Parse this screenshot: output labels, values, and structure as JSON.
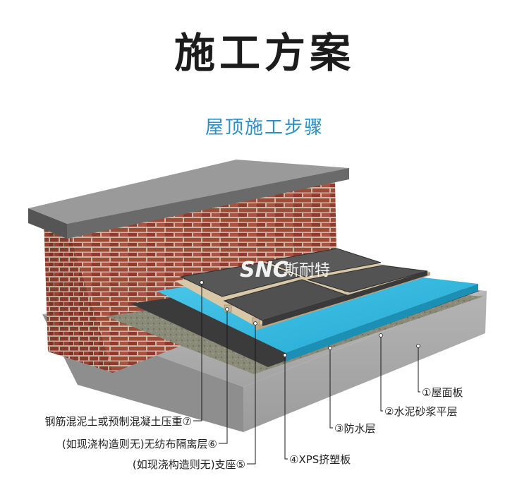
{
  "title": "施工方案",
  "subtitle": "屋顶施工步骤",
  "watermark": "斯耐特",
  "logo_text": "SNC",
  "colors": {
    "brick": "#9c4636",
    "xps": "#29b6dd",
    "concrete": "#a8a8a8",
    "tile": "#4f4f4f",
    "title": "#1c1c1c",
    "subtitle": "#2a8fc6"
  },
  "labels": {
    "l1": "①屋面板",
    "l2": "②水泥砂浆平层",
    "l3": "③防水层",
    "l4": "④XPS挤塑板",
    "l5": "(如现浇构造则无)支座⑤",
    "l6": "(如现浇构造则无)无纺布隔离层⑥",
    "l7": "钢筋混泥土或预制混凝土压重⑦"
  }
}
